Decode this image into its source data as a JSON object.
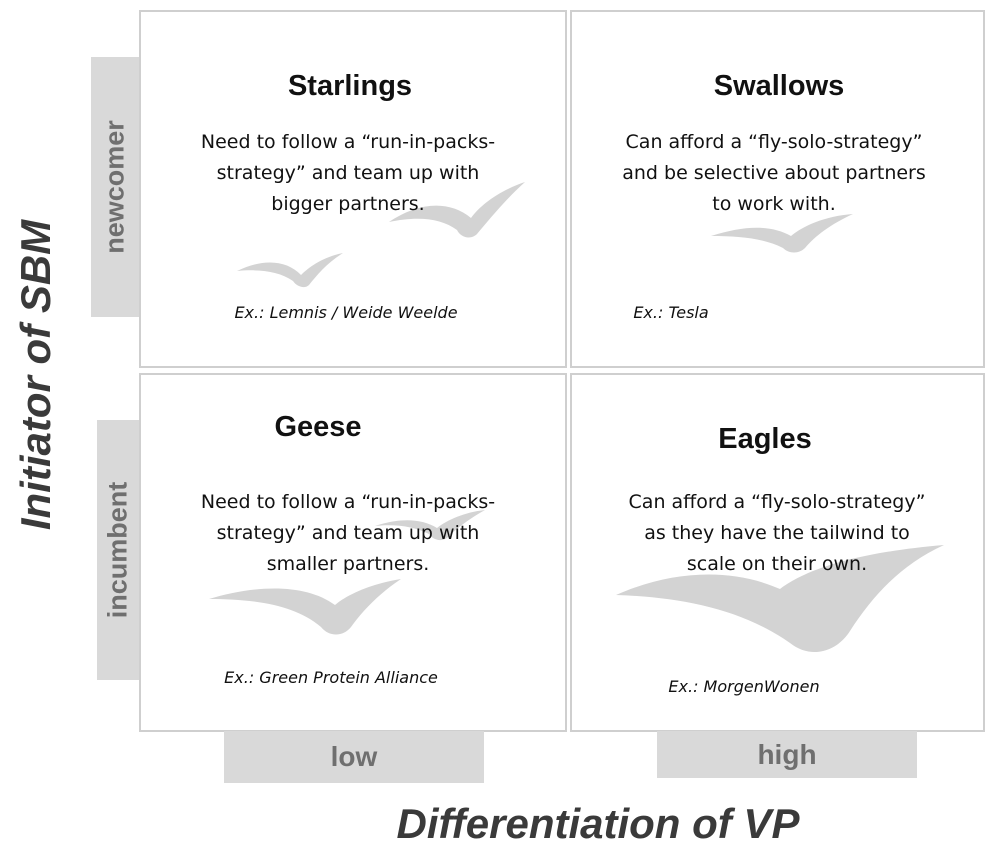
{
  "axes": {
    "y_title": "Initiator of SBM",
    "x_title": "Differentiation of VP",
    "y_levels": [
      "newcomer",
      "incumbent"
    ],
    "x_levels": [
      "low",
      "high"
    ]
  },
  "quadrants": {
    "starlings": {
      "title": "Starlings",
      "body": "Need to follow a “run-in-packs-\nstrategy” and team up with\nbigger partners.",
      "example": "Ex.: Lemnis / Weide Weelde"
    },
    "swallows": {
      "title": "Swallows",
      "body": "Can afford a “fly-solo-strategy”\nand be selective about partners\nto work with.",
      "example": "Ex.: Tesla"
    },
    "geese": {
      "title": "Geese",
      "body": "Need to follow a “run-in-packs-\nstrategy” and team up with\nsmaller partners.",
      "example": "Ex.: Green Protein Alliance"
    },
    "eagles": {
      "title": "Eagles",
      "body": "Can afford a “fly-solo-strategy”\nas they have the tailwind to\nscale on their own.",
      "example": "Ex.: MorgenWonen"
    }
  },
  "colors": {
    "label_bar": "#d9d9d9",
    "label_text": "#6f6f6f",
    "bird": "#d3d3d3",
    "cell_border": "#cfcfcf"
  }
}
